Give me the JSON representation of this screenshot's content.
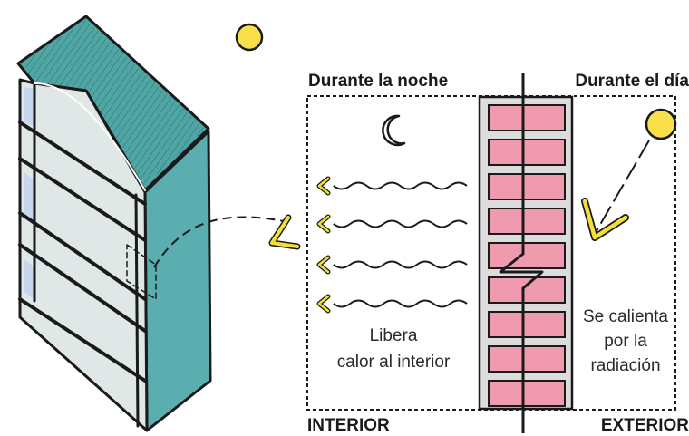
{
  "labels": {
    "night": "Durante la noche",
    "day": "Durante el día",
    "interior": "INTERIOR",
    "exterior": "EXTERIOR",
    "release_line1": "Libera",
    "release_line2": "calor al interior",
    "heats_line1": "Se calienta",
    "heats_line2": "por la",
    "heats_line3": "radiación"
  },
  "colors": {
    "brick": "#f09ab0",
    "mortar": "#dcdcdc",
    "roof": "#4fa6a4",
    "wall_side": "#5aaeb0",
    "glass": "#dfe8e6",
    "glass_blue": "#c9d6ef",
    "sun": "#f7e04a",
    "arrow": "#f2df3a",
    "outline": "#1a1a1a"
  },
  "icons": [
    "house-building-illustration",
    "sun-icon",
    "moon-icon",
    "wave-arrow-icon",
    "brick-wall"
  ]
}
